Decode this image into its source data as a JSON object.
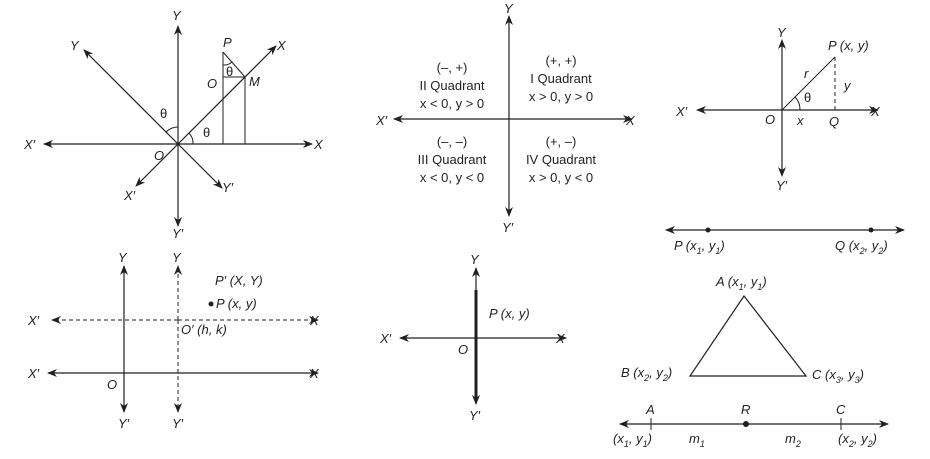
{
  "panel_rotation": {
    "y": "Y",
    "x": "X",
    "x_prime": "X′",
    "y_prime": "Y′",
    "rot_y": "Y",
    "rot_x": "X",
    "rot_x_prime": "X′",
    "rot_y_prime": "Y′",
    "origin": "O",
    "p": "P",
    "m": "M",
    "o_small": "O",
    "theta1": "θ",
    "theta2": "θ",
    "theta3": "θ"
  },
  "panel_quadrants": {
    "y": "Y",
    "x": "X",
    "x_prime": "X′",
    "y_prime": "Y′",
    "q2": {
      "sign": "(–, +)",
      "name": "II Quadrant",
      "cond": "x < 0, y > 0"
    },
    "q1": {
      "sign": "(+, +)",
      "name": "I Quadrant",
      "cond": "x > 0, y > 0"
    },
    "q3": {
      "sign": "(–, –)",
      "name": "III Quadrant",
      "cond": "x < 0, y < 0"
    },
    "q4": {
      "sign": "(+, –)",
      "name": "IV Quadrant",
      "cond": "x > 0, y < 0"
    }
  },
  "panel_polar": {
    "y": "Y",
    "x": "X",
    "x_prime": "X′",
    "y_prime": "Y′",
    "point": "P (x, y)",
    "r": "r",
    "y_len": "y",
    "x_len": "x",
    "theta": "θ",
    "origin": "O",
    "q": "Q"
  },
  "panel_segment": {
    "p": "P (x",
    "p_sub1": "1",
    "p_mid": ", y",
    "p_sub2": "1",
    "p_end": ")",
    "q": "Q (x",
    "q_sub1": "2",
    "q_mid": ", y",
    "q_sub2": "2",
    "q_end": ")"
  },
  "panel_translation": {
    "y1": "Y",
    "y2": "Y",
    "x1": "X",
    "x2": "X",
    "xp1": "X′",
    "xp2": "X′",
    "yp1": "Y′",
    "yp2": "Y′",
    "p_prime": "P′ (X, Y)",
    "p": "P (x, y)",
    "o_prime": "O′ (h, k)",
    "origin": "O"
  },
  "panel_point": {
    "y": "Y",
    "x": "X",
    "x_prime": "X′",
    "y_prime": "Y′",
    "point": "P (x, y)",
    "origin": "O"
  },
  "panel_triangle": {
    "a": "A (x",
    "a_sub1": "1",
    "a_mid": ", y",
    "a_sub2": "1",
    "a_end": ")",
    "b": "B (x",
    "b_sub1": "2",
    "b_mid": ", y",
    "b_sub2": "2",
    "b_end": ")",
    "c": "C (x",
    "c_sub1": "3",
    "c_mid": ", y",
    "c_sub2": "3",
    "c_end": ")"
  },
  "panel_section": {
    "a": "A",
    "r": "R",
    "c": "C",
    "left": "(x",
    "left_sub1": "1",
    "left_mid": ", y",
    "left_sub2": "1",
    "left_end": ")",
    "m1": "m",
    "m1_sub": "1",
    "m2": "m",
    "m2_sub": "2",
    "right": "(x",
    "right_sub1": "2",
    "right_mid": ", y",
    "right_sub2": "2",
    "right_end": ")"
  }
}
